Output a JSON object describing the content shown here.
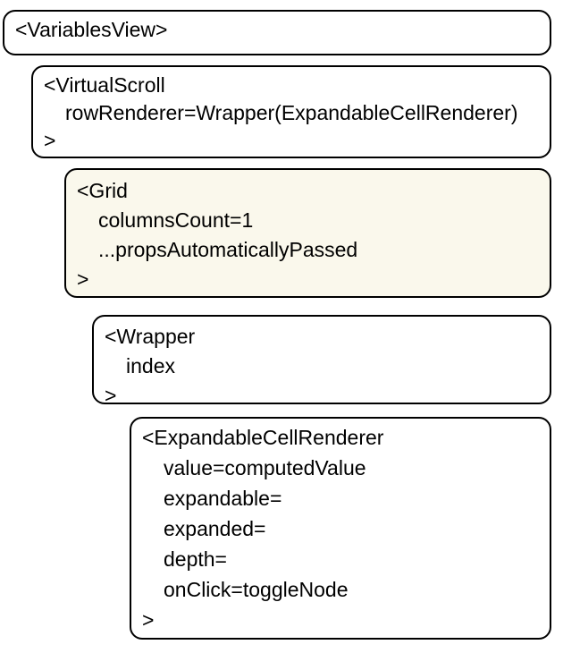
{
  "diagram": {
    "colors": {
      "border": "#000000",
      "box_fill": "#FFFFFF",
      "grid_highlight_fill": "#FAF8EC"
    },
    "boxes": [
      {
        "component": "VariablesView",
        "open_tag": "<VariablesView>",
        "props": [],
        "close_tag": ""
      },
      {
        "component": "VirtualScroll",
        "open_tag": "<VirtualScroll",
        "props": [
          "rowRenderer=Wrapper(ExpandableCellRenderer)"
        ],
        "close_tag": ">"
      },
      {
        "component": "Grid",
        "open_tag": "<Grid",
        "props": [
          "columnsCount=1",
          "...propsAutomaticallyPassed"
        ],
        "close_tag": ">"
      },
      {
        "component": "Wrapper",
        "open_tag": "<Wrapper",
        "props": [
          "index"
        ],
        "close_tag": ">"
      },
      {
        "component": "ExpandableCellRenderer",
        "open_tag": "<ExpandableCellRenderer",
        "props": [
          "value=computedValue",
          "expandable=",
          "expanded=",
          "depth=",
          "onClick=toggleNode"
        ],
        "close_tag": ">"
      }
    ]
  }
}
